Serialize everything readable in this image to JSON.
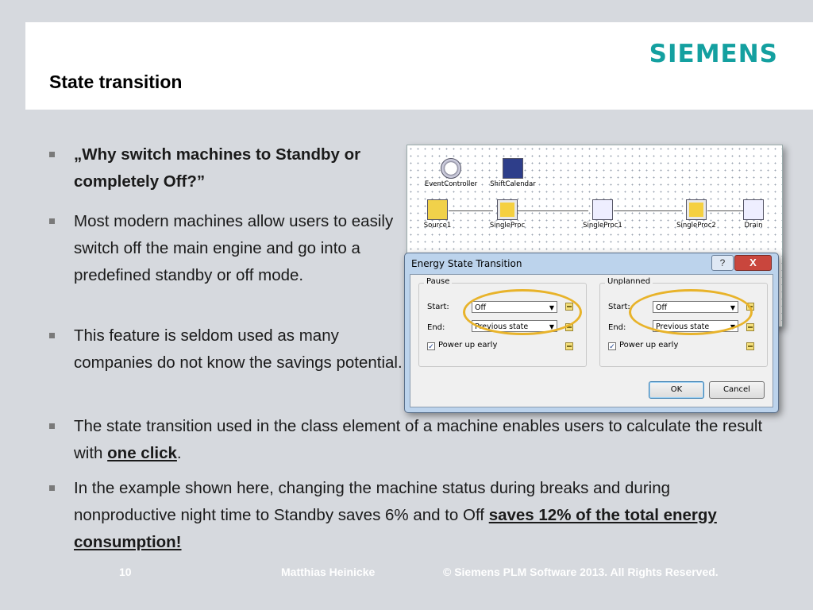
{
  "header": {
    "title": "State transition",
    "logo": "SIEMENS"
  },
  "bullets": {
    "b1": "„Why switch machines to Standby or completely Off?”",
    "b2": "Most modern machines allow users to easily switch off the main engine and go into a predefined standby or off mode.",
    "b3": "This feature is seldom used as many companies do not know the savings potential.",
    "b4_pre": "The state transition used in the class element of a machine enables users to calculate the result with ",
    "b4_link": "one click",
    "b4_post": ".",
    "b5_pre": "In the example shown here, changing the machine status during breaks and during nonproductive night time to Standby saves 6% and to Off ",
    "b5_bold": "saves 12% of the total energy consumption!"
  },
  "footer": {
    "page": "10",
    "author": "Matthias Heinicke",
    "copyright": "© Siemens PLM Software 2013. All Rights Reserved."
  },
  "model": {
    "nodes": {
      "event_controller": "EventController",
      "shift_calendar": "ShiftCalendar",
      "source": "Source1",
      "single_proc": "SingleProc",
      "single_proc1": "SingleProc1",
      "single_proc2": "SingleProc2",
      "drain": "Drain"
    }
  },
  "dialog": {
    "title": "Energy State Transition",
    "help": "?",
    "close": "X",
    "pause": {
      "label": "Pause",
      "start_label": "Start:",
      "start_value": "Off",
      "end_label": "End:",
      "end_value": "Previous state",
      "power_label": "Power up early"
    },
    "unplanned": {
      "label": "Unplanned",
      "start_label": "Start:",
      "start_value": "Off",
      "end_label": "End:",
      "end_value": "Previous state",
      "power_label": "Power up early"
    },
    "ok": "OK",
    "cancel": "Cancel"
  },
  "colors": {
    "logo": "#14a0a0",
    "highlight_ring": "#e8b32a",
    "background": "#d6d9de"
  }
}
